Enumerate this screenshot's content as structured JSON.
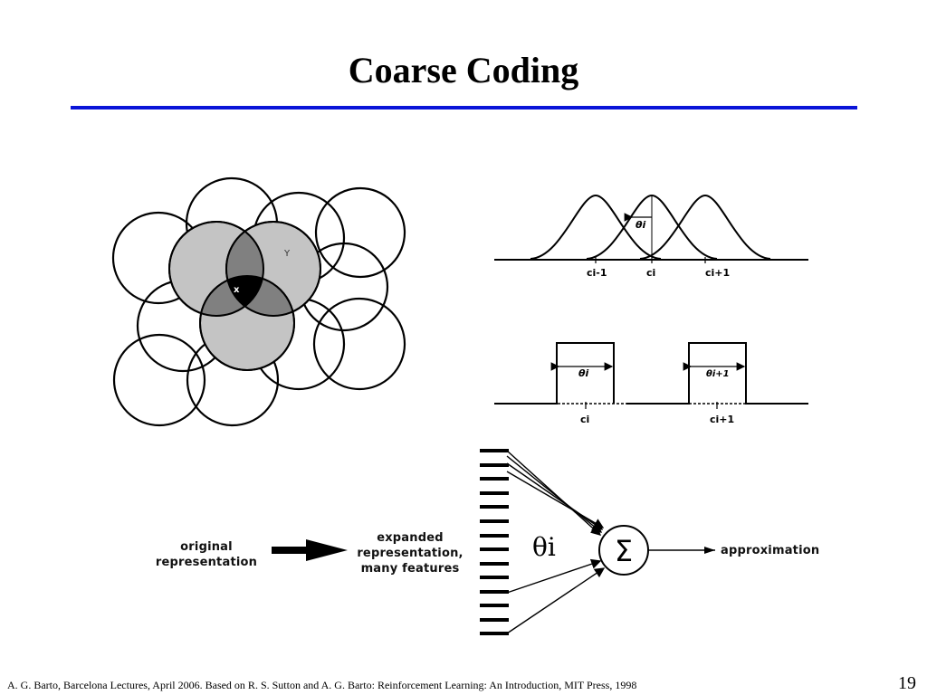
{
  "title": "Coarse Coding",
  "colors": {
    "rule": "#0a14d8",
    "feature_fill": "#c4c4c4",
    "overlap_fill": "#808080",
    "intersection_fill": "#000000"
  },
  "circles_figure": {
    "label_x": "x",
    "label_y": "Y"
  },
  "gaussian_figure": {
    "center_prev": "ci-1",
    "center": "ci",
    "center_next": "ci+1",
    "width_label": "θi"
  },
  "binary_figure": {
    "center": "ci",
    "center_next": "ci+1",
    "width_label": "θi",
    "width_label_next": "θi+1"
  },
  "network_figure": {
    "original_line1": "original",
    "original_line2": "representation",
    "expanded_line1": "expanded",
    "expanded_line2": "representation,",
    "expanded_line3": "many features",
    "weight_label": "θi",
    "sum_symbol": "Σ",
    "output_label": "approximation"
  },
  "footer": {
    "credit": "A. G. Barto, Barcelona Lectures, April 2006. Based on R. S. Sutton and A. G. Barto: Reinforcement Learning: An Introduction, MIT Press, 1998",
    "page": "19"
  }
}
